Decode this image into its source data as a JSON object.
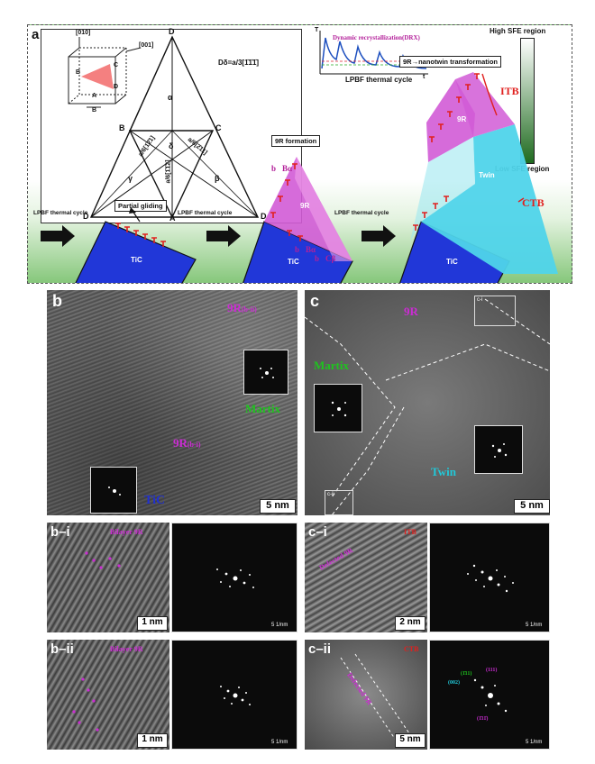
{
  "panel_a": {
    "letter": "a",
    "triangle": {
      "vertices": {
        "top": "D",
        "left": "B",
        "right": "C",
        "bottom_left": "D",
        "bottom_center": "A",
        "bottom_right": "D"
      },
      "regions": [
        "α",
        "δ",
        "γ",
        "β"
      ],
      "burgers_label": "Dδ=a/3[1̄1̄1̄]",
      "edge_labels": [
        "a/6[1̄2̄1]",
        "a/6[2̄11]",
        "a/6[1̄1̄2]"
      ],
      "cube_labels": [
        "[010]",
        "[001]",
        "B",
        "C",
        "D",
        "A",
        "B"
      ]
    },
    "thermal_cycle": {
      "axis_t": "t",
      "axis_T": "T",
      "drx_label": "Dynamic recrystallization(DRX)",
      "caption": "LPBF thermal cycle"
    },
    "sfe": {
      "high": "High SFE region",
      "low": "Low SFE region"
    },
    "transformation_label": "9R→nanotwin transformation",
    "formation_label": "9R formation",
    "partial_gliding": "Partial gliding",
    "lpbf_labels": [
      "LPBF thermal cycle",
      "LPBF thermal cycle",
      "LPBF thermal cycle"
    ],
    "tic_labels": [
      "TiC",
      "TiC",
      "TiC"
    ],
    "nine_r_labels": [
      "9R",
      "9R"
    ],
    "twin_label": "Twin",
    "itb": "ITB",
    "ctb": "CTB",
    "burgers_vectors": [
      "b⃗Bα",
      "b⃗Bα",
      "b⃗Cβ"
    ]
  },
  "panel_b": {
    "letter": "b",
    "label_9r_ii": "9R",
    "label_9r_ii_sub": "(b-ii)",
    "label_9r_i": "9R",
    "label_9r_i_sub": "(b-i)",
    "matrix": "Martix",
    "tic": "TiC",
    "scale": "5 nm"
  },
  "panel_c": {
    "letter": "c",
    "label_9r": "9R",
    "matrix": "Martix",
    "twin": "Twin",
    "box_ci": "c-i",
    "box_cii": "c-ii",
    "scale": "5 nm"
  },
  "panel_bi": {
    "letter": "b–i",
    "annotation": "Bilayer 9R",
    "scale": "1 nm",
    "fft_scale": "5 1/nm"
  },
  "panel_bii": {
    "letter": "b–ii",
    "annotation": "Bilayer 9R",
    "scale": "1 nm",
    "fft_scale": "5 1/nm"
  },
  "panel_ci": {
    "letter": "c–i",
    "tag": "ITB",
    "annotation": "Defected 9R",
    "scale": "2 nm",
    "fft_scale": "5 1/nm"
  },
  "panel_cii": {
    "letter": "c–ii",
    "tag": "CTB",
    "annotation": "Defected 9R",
    "scale": "5 nm",
    "fft_scale": "5 1/nm",
    "fft_labels": [
      "(1̄11)",
      "(111)",
      "(002)",
      "(1̄11̄)"
    ]
  },
  "colors": {
    "magenta": "#cc2bd4",
    "green": "#1ec51e",
    "blue": "#2030d0",
    "cyan": "#21c8d8",
    "red": "#e0201e"
  }
}
